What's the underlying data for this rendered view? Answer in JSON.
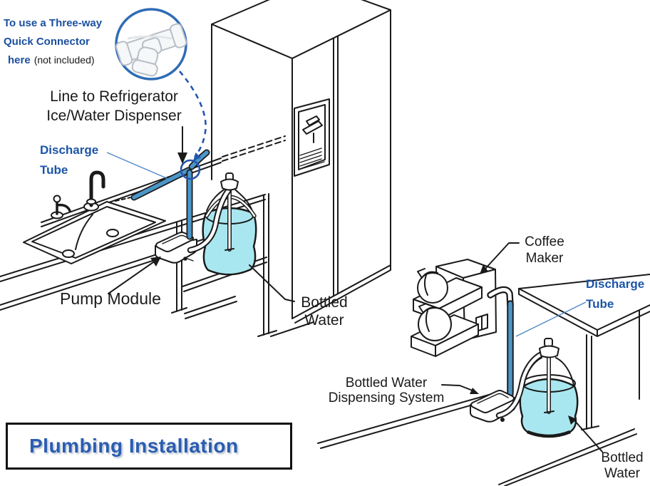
{
  "title_box": {
    "label": "Plumbing Installation"
  },
  "inset_note": {
    "line1": "To use a Three-way",
    "line2": "Quick Connector",
    "line3_bold": "here",
    "line3_rest": "(not included)",
    "icon": "tee-quick-connector-icon"
  },
  "left_scene": {
    "fridge_line_label": {
      "line1": "Line to Refrigerator",
      "line2": "Ice/Water Dispenser"
    },
    "discharge_label": {
      "line1": "Discharge",
      "line2": "Tube"
    },
    "pump_label": "Pump Module",
    "bottle_label": {
      "line1": "Bottled",
      "line2": "Water"
    }
  },
  "right_scene": {
    "coffee_label": {
      "line1": "Coffee",
      "line2": "Maker"
    },
    "discharge_label": {
      "line1": "Discharge",
      "line2": "Tube"
    },
    "system_label": {
      "line1": "Bottled Water",
      "line2": "Dispensing System"
    },
    "bottle_label": {
      "line1": "Bottled",
      "line2": "Water"
    }
  },
  "colors": {
    "label_blue": "#1b55a8",
    "title_blue": "#2a5db0",
    "tube_blue": "#4b96c8",
    "water_cyan": "#a9e7f0",
    "accent_circle_blue": "#2f6cb5",
    "ink": "#1a1a1a"
  }
}
